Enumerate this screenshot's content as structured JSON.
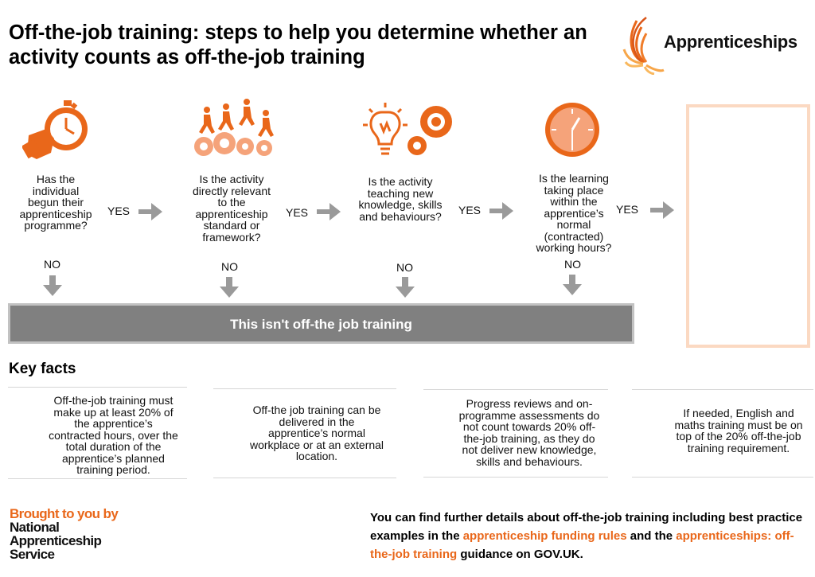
{
  "title": "Off-the-job training: steps to help you determine whether an activity counts as off-the-job training",
  "logo": {
    "text": "Apprenticeships",
    "icon": "swirl-logo-icon"
  },
  "steps": [
    {
      "icon": "stopwatch-hand-icon",
      "question": "Has the individual begun their apprenticeship programme?",
      "yes": "YES",
      "no": "NO"
    },
    {
      "icon": "people-gears-icon",
      "question": "Is the activity directly relevant to the apprenticeship standard or framework?",
      "yes": "YES",
      "no": "NO"
    },
    {
      "icon": "lightbulb-gears-icon",
      "question": "Is the activity teaching new knowledge, skills and behaviours?",
      "yes": "YES",
      "no": "NO"
    },
    {
      "icon": "clock-icon",
      "question": "Is the learning taking place within the apprentice’s normal (contracted) working hours?",
      "yes": "YES",
      "no": "NO"
    }
  ],
  "banner": "This isn't off-the job training",
  "key_facts": {
    "heading": "Key facts",
    "items": [
      "Off-the-job training must make up at least 20% of the apprentice’s contracted hours, over the total duration of the apprentice’s planned training period.",
      "Off-the job training can be delivered in the apprentice’s normal workplace or at an external location.",
      "Progress reviews and on-programme assessments do not count towards 20% off-the-job training, as they do not deliver new knowledge, skills and behaviours.",
      "If needed, English and maths training must be on top of the 20% off-the-job training requirement."
    ]
  },
  "footer": {
    "brought_by": "Brought to you by",
    "service": [
      "National",
      "Apprenticeship",
      "Service"
    ],
    "further_1": "You can find further details about off-the-job training including best practice examples in the ",
    "link_1": "apprenticeship funding rules",
    "further_2": " and the ",
    "link_2": "apprenticeships: off-the-job training",
    "further_3": " guidance on GOV.UK."
  },
  "colors": {
    "accent": "#e9671a",
    "arrow": "#9a9a9a",
    "banner": "#808080",
    "result_border": "#fbd9c2"
  }
}
